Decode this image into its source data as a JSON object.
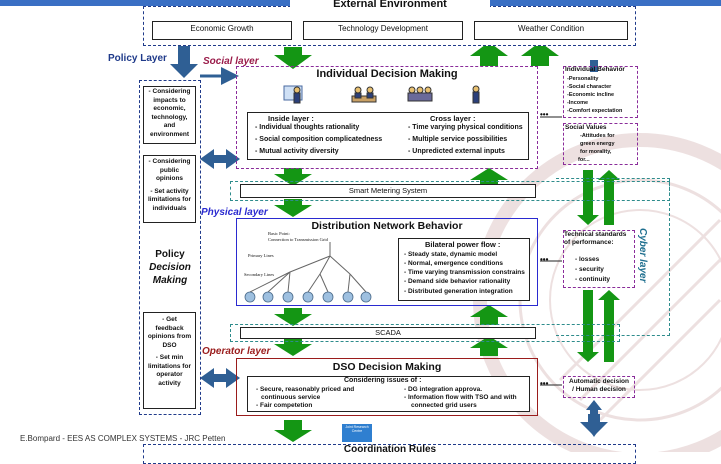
{
  "top_banner": {
    "title": "External Environment"
  },
  "external": [
    "Economic Growth",
    "Technology Development",
    "Weather Condition"
  ],
  "layers": {
    "policy": "Policy Layer",
    "social": "Social layer",
    "physical": "Physical layer",
    "operator": "Operator layer",
    "cyber": "Cyber layer"
  },
  "policy_column": {
    "box1": [
      "- Considering",
      "impacts to",
      "economic,",
      "technology,",
      "and",
      "environment"
    ],
    "box2": [
      "- Considering",
      "public",
      "opinions",
      "",
      "- Set activity",
      "limitations for",
      "individuals"
    ],
    "title": [
      "Policy",
      "Decision",
      "Making"
    ],
    "box3": [
      "- Get",
      "feedback",
      "opinions from",
      "DSO",
      "",
      "- Set min",
      "limitations for",
      "operator",
      "activity"
    ]
  },
  "individual": {
    "title": "Individual Decision Making",
    "inside_title": "Inside layer :",
    "inside": [
      "- Individual thoughts rationality",
      "- Social composition complicatedness",
      "- Mutual activity diversity"
    ],
    "cross_title": "Cross layer :",
    "cross": [
      "- Time varying physical conditions",
      "- Multiple service possibilities",
      "- Unpredicted external inputs"
    ]
  },
  "smart_metering": "Smart Metering System",
  "distribution": {
    "title": "Distribution Network Behavior",
    "grid_labels": [
      "Basic Point:",
      "Connection to Transmission Grid",
      "Primary Lines",
      "Secondary Lines"
    ],
    "bilateral_title": "Bilateral power flow :",
    "bilateral": [
      "- Steady state, dynamic model",
      "- Normal, emergence conditions",
      "- Time varying transmission constrains",
      "- Demand side behavior rationality",
      "- Distributed generation integration"
    ]
  },
  "scada": "SCADA",
  "dso": {
    "title": "DSO Decision Making",
    "issues_title": "Considering issues of :",
    "left": [
      "- Secure, reasonably priced and",
      "continuous service",
      "- Fair competetion"
    ],
    "right": [
      "- DG integration approva.",
      "- Information flow with TSO and with",
      "connected grid users"
    ]
  },
  "individual_behavior": {
    "title": "Individual Behavior",
    "items": [
      "-Personality",
      "-Social character",
      "-Economic incline",
      "-Income",
      "-Comfort expectation"
    ]
  },
  "social_values": {
    "title": "Social Values",
    "items": [
      "-Attitudes for",
      "green energy",
      "for morality,",
      "for..."
    ]
  },
  "tech_standards": {
    "title": [
      "Technical standards",
      "of performance:"
    ],
    "items": [
      "- losses",
      "- security",
      "- continuity"
    ]
  },
  "auto_decision": [
    "Automatic decision",
    "/ Human decision"
  ],
  "ellipses": [
    "•••",
    "•••",
    "•••",
    "•••"
  ],
  "footer": "E.Bompard - EES AS COMPLEX SYSTEMS - JRC Petten",
  "bottom": {
    "coordination": "Coordination Rules",
    "small_badge": "Joint Research Centre"
  },
  "colors": {
    "navy": "#1f3a8a",
    "purple": "#8a2c9a",
    "teal": "#2e8c8c",
    "red": "#9a1c1c",
    "green": "#149614",
    "steel": "#2f5f94"
  }
}
